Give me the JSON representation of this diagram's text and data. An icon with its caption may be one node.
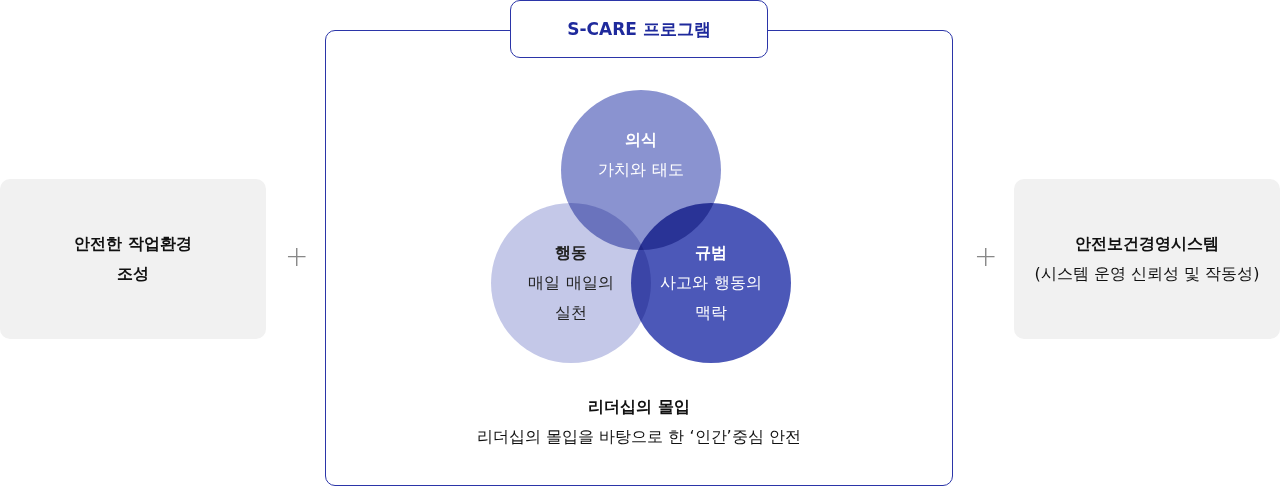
{
  "diagram": {
    "nodes": [
      {
        "text": [
          "안전한 작업환경 조성"
        ]
      },
      {
        "text": [
          "S-CARE 프로그램"
        ]
      },
      {
        "text": [
          "리더십의 몰입",
          "리더십의 몰입을 바탕으로 한 ‘인간’중심 안전"
        ]
      },
      {
        "text": [
          "의식",
          "가치와 태도"
        ],
        "in": 2
      },
      {
        "text": [
          "행동",
          "매일 매일의 실천"
        ],
        "in": 2
      },
      {
        "text": [
          "규범",
          "사고와 행동의 맥락"
        ],
        "in": 2
      },
      {
        "text": [
          "안전보건경영시스템",
          "(시스템 운영 신뢰성 및 작동성)"
        ]
      }
    ],
    "labels": [
      "+",
      "+"
    ]
  }
}
